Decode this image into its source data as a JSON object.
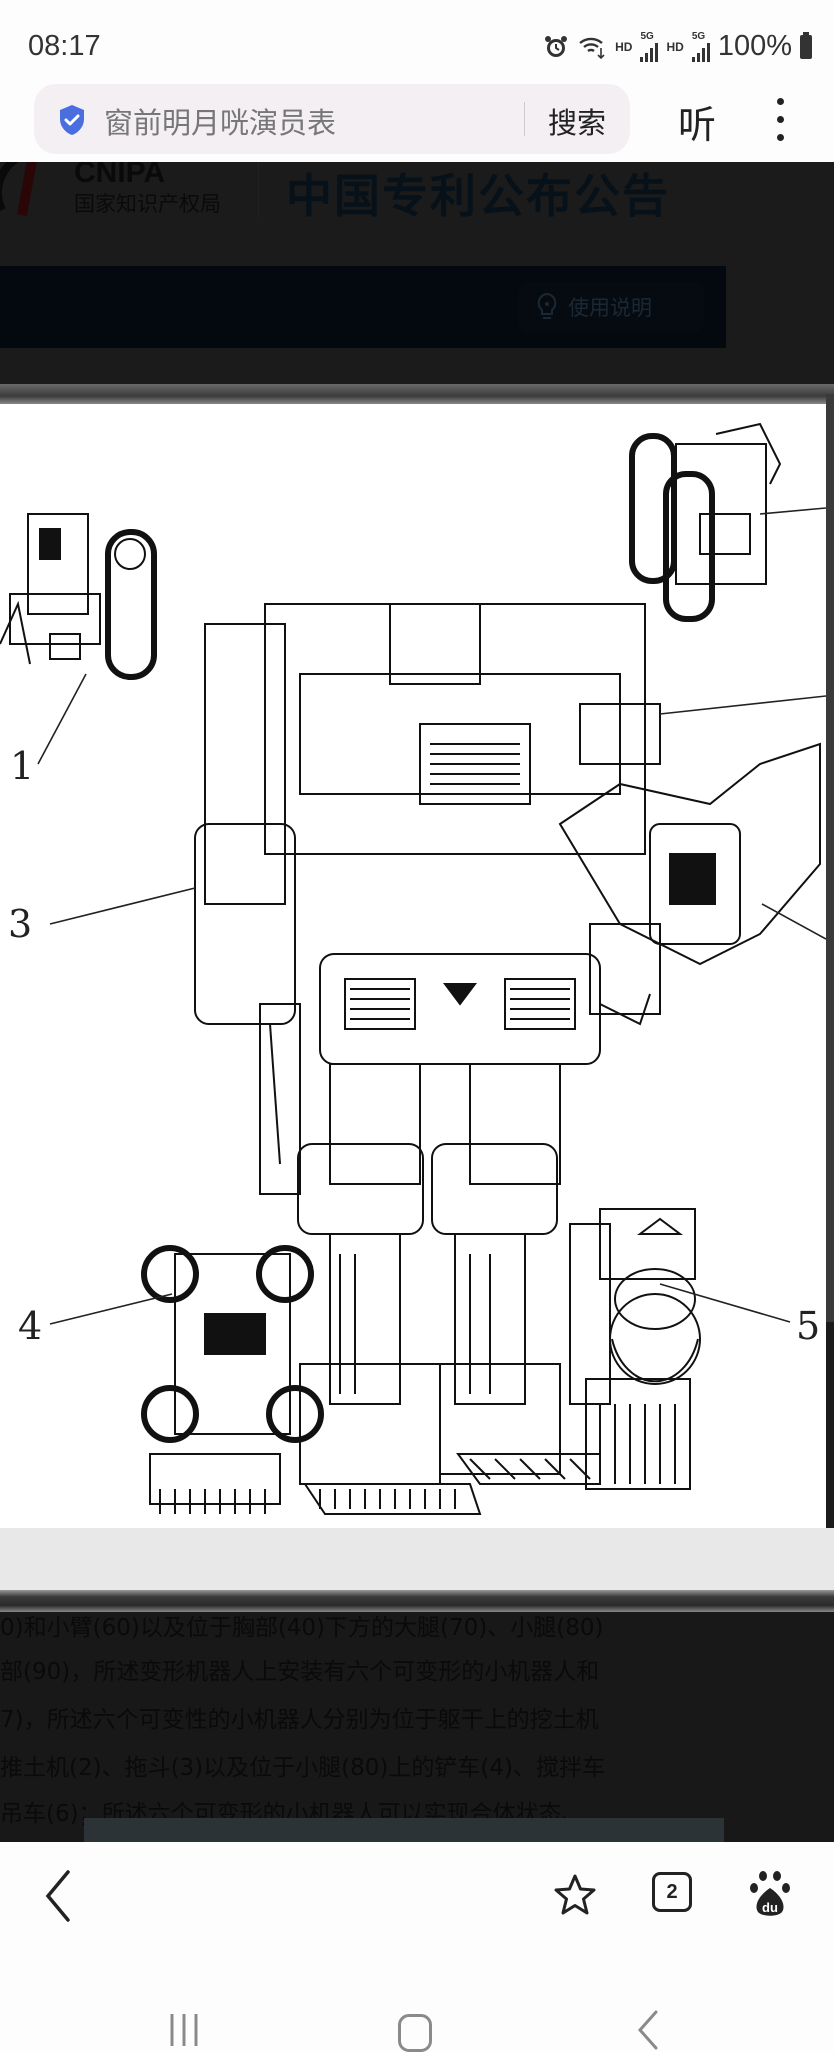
{
  "status_bar": {
    "time": "08:17",
    "hd_1": "HD",
    "net_1": "5G",
    "hd_2": "HD",
    "net_2": "5G",
    "battery": "100%",
    "icons": [
      "alarm-icon",
      "wifi-icon",
      "signal-icon",
      "battery-icon"
    ]
  },
  "browser": {
    "search_query": "窗前明月咣演员表",
    "search_button": "搜索",
    "listen_button": "听",
    "more_icon": "more-vertical-icon",
    "shield_icon": "verified-shield-icon",
    "accent": "#4a6ee0"
  },
  "site": {
    "logo_abbr": "CNIPA",
    "logo_name": "国家知识产权局",
    "title": "中国专利公布公告",
    "help_label": "使用说明"
  },
  "figure": {
    "labels": [
      "1",
      "3",
      "4",
      "5"
    ]
  },
  "abstract": {
    "lines": [
      "0)和小臂(60)以及位于胸部(40)下方的大腿(70)、小腿(80)",
      "部(90)，所述变形机器人上安装有六个可变形的小机器人和",
      "7)，所述六个可变性的小机器人分别为位于躯干上的挖土机",
      "推土机(2)、拖斗(3)以及位于小腿(80)上的铲车(4)、搅拌车",
      "吊车(6)；所述六个可变形的小机器人可以实现合体状态、"
    ]
  },
  "bottom_bar": {
    "tab_count": "2",
    "icons": [
      "back-icon",
      "star-icon",
      "tabs-icon",
      "baidu-icon"
    ]
  },
  "system_nav": {
    "icons": [
      "recent-apps-icon",
      "home-icon",
      "system-back-icon"
    ]
  }
}
